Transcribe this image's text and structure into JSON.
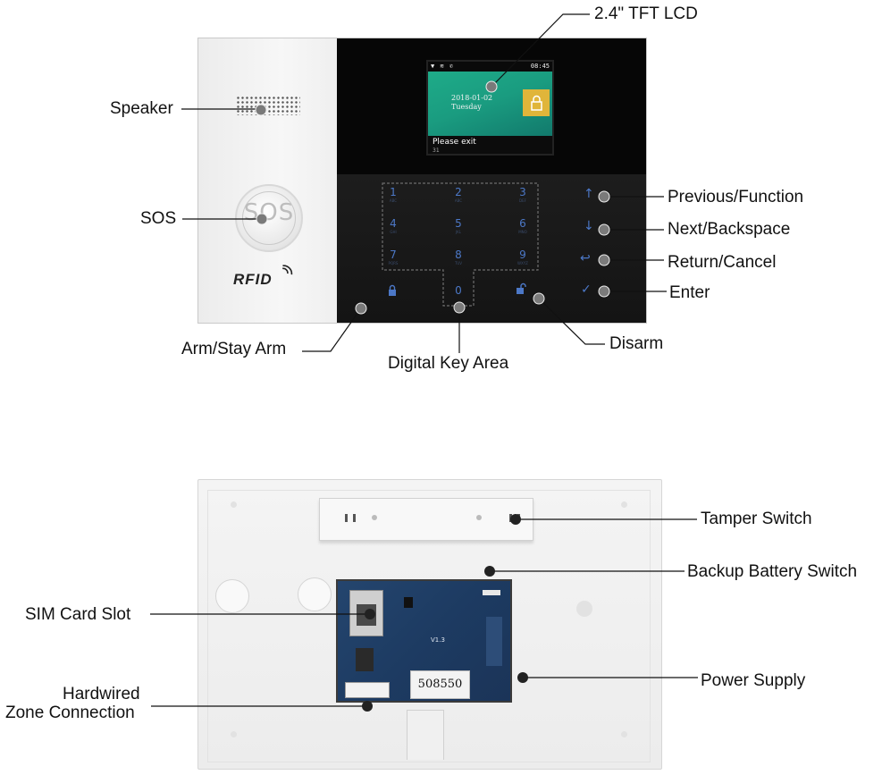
{
  "front": {
    "labels": {
      "lcd": "2.4\" TFT LCD",
      "speaker": "Speaker",
      "sos": "SOS",
      "previous_function": "Previous/Function",
      "next_backspace": "Next/Backspace",
      "return_cancel": "Return/Cancel",
      "enter": "Enter",
      "arm_stay_arm": "Arm/Stay Arm",
      "digital_key_area": "Digital Key Area",
      "disarm": "Disarm"
    },
    "device": {
      "sos_text": "SOS",
      "rfid_text": "RFID",
      "screen_time": "08:45",
      "screen_date": "2018-01-02",
      "screen_day": "Tuesday",
      "screen_prompt": "Please exit",
      "screen_page": "31",
      "keys": [
        "1",
        "2",
        "3",
        "4",
        "5",
        "6",
        "7",
        "8",
        "9",
        "0"
      ]
    }
  },
  "back": {
    "labels": {
      "tamper_switch": "Tamper Switch",
      "backup_battery_switch": "Backup Battery Switch",
      "sim_card_slot": "SIM Card Slot",
      "power_supply": "Power Supply",
      "hardwired_zone_line1": "Hardwired",
      "hardwired_zone_line2": "Zone Connection"
    },
    "device": {
      "serial_number": "508550",
      "pcb_version": "V1.3"
    }
  },
  "colors": {
    "leader_line": "#111111",
    "marker_dot": "#7a7a7a",
    "key_blue": "#4c78c7",
    "panel_black": "#060606",
    "pcb_blue": "#1d3b62"
  }
}
